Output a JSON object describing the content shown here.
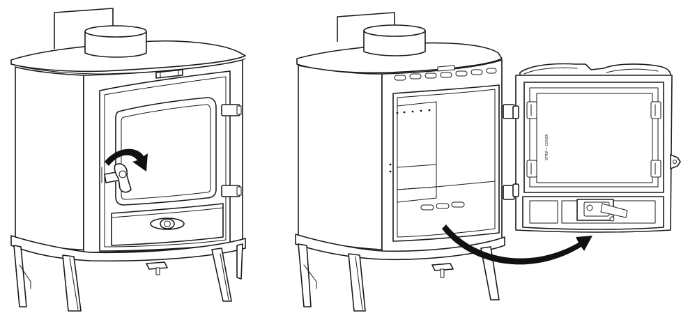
{
  "diagram": {
    "steps": [
      {
        "id": "step-1",
        "caption": ""
      },
      {
        "id": "step-2",
        "caption": ""
      }
    ],
    "door_plate_text": "STRIP • COVER"
  },
  "colors": {
    "line": "#1a1a1a",
    "arrow": "#111111",
    "background": "#ffffff"
  },
  "icons": {
    "rotate_arrow": "curved-arrow-clockwise",
    "swing_arrow": "curved-arrow-door-open"
  }
}
